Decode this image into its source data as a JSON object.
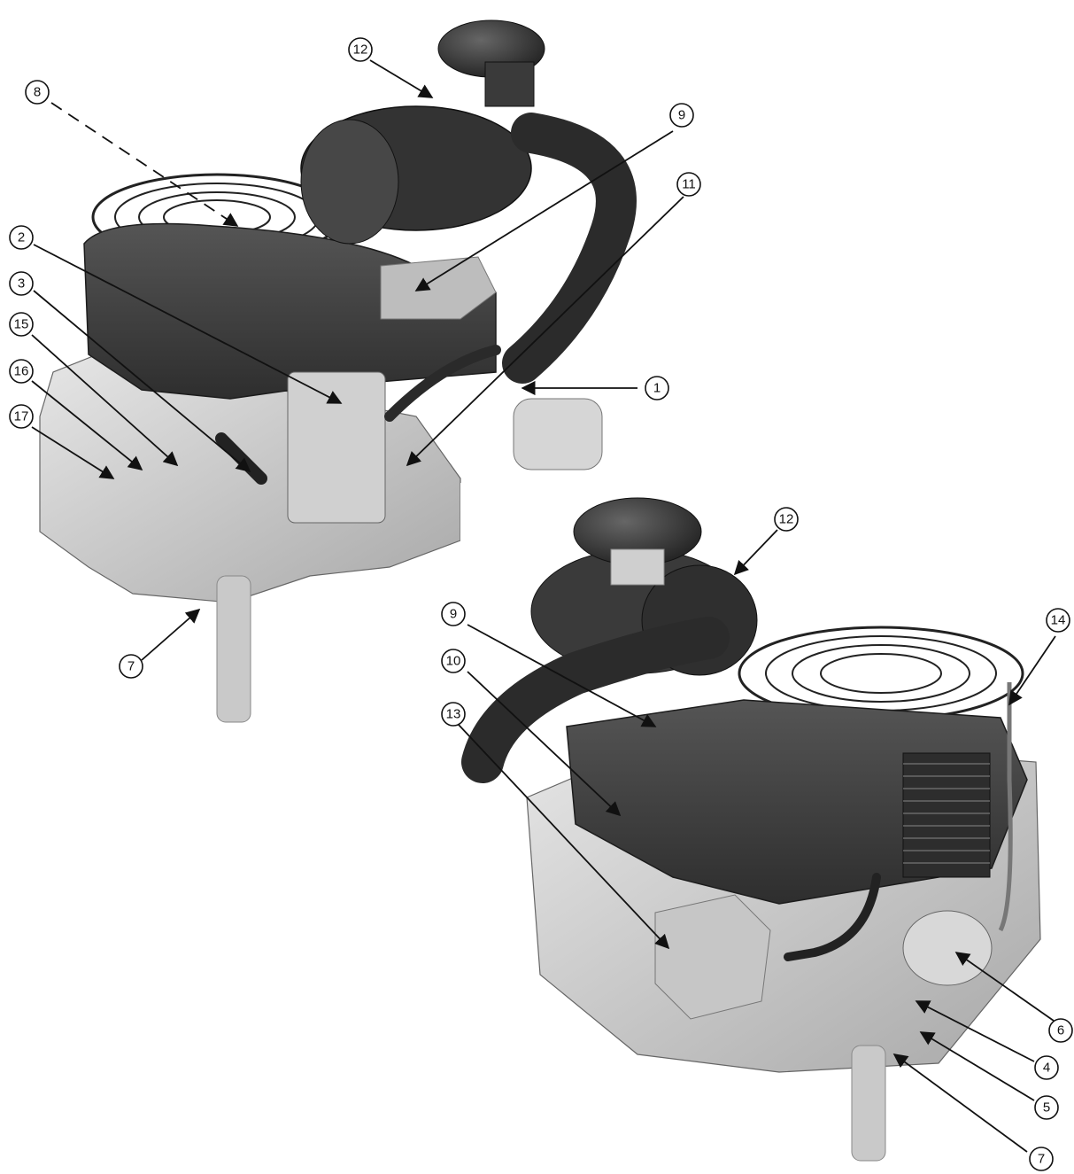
{
  "callouts_top": [
    {
      "label": "1"
    },
    {
      "label": "2"
    },
    {
      "label": "3"
    },
    {
      "label": "7"
    },
    {
      "label": "8"
    },
    {
      "label": "9"
    },
    {
      "label": "11"
    },
    {
      "label": "12"
    },
    {
      "label": "15"
    },
    {
      "label": "16"
    },
    {
      "label": "17"
    }
  ],
  "callouts_bottom": [
    {
      "label": "4"
    },
    {
      "label": "5"
    },
    {
      "label": "6"
    },
    {
      "label": "7"
    },
    {
      "label": "9"
    },
    {
      "label": "10"
    },
    {
      "label": "12"
    },
    {
      "label": "13"
    },
    {
      "label": "14"
    }
  ],
  "colors": {
    "shroud": "#3a3a3a",
    "shroud_light": "#5a5a5a",
    "metal": "#cfcfcf",
    "metal_dark": "#9a9a9a",
    "hose": "#2b2b2b",
    "line": "#111111"
  }
}
